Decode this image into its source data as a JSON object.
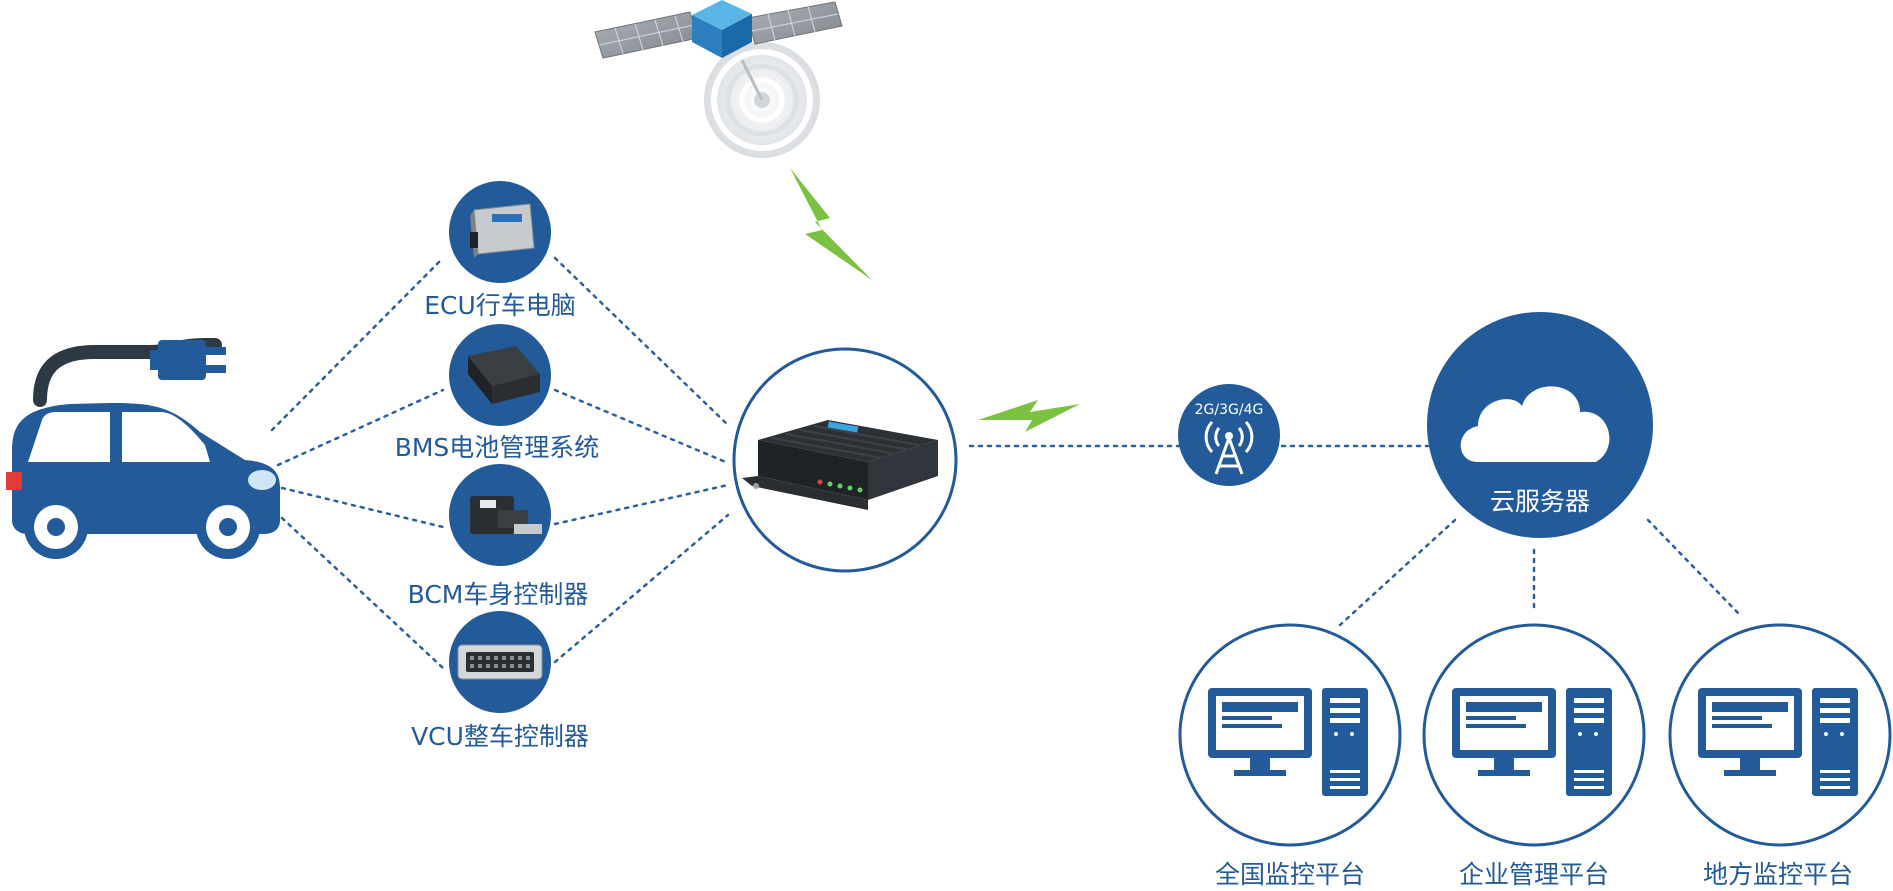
{
  "colors": {
    "primary_blue": "#225a9a",
    "light_blue_accent": "#3fa2dc",
    "lightning_green": "#7cc242",
    "device_black": "#1f2326",
    "dotted_line": "#2b5f9e",
    "white": "#ffffff"
  },
  "modules": [
    {
      "label": "ECU行车电脑",
      "icon": "ecu-box-icon"
    },
    {
      "label": "BMS电池管理系统",
      "icon": "bms-box-icon"
    },
    {
      "label": "BCM车身控制器",
      "icon": "bcm-module-icon"
    },
    {
      "label": "VCU整车控制器",
      "icon": "vcu-connector-icon"
    }
  ],
  "network": {
    "label": "2G/3G/4G",
    "icon": "cell-tower-icon"
  },
  "cloud": {
    "label": "云服务器",
    "icon": "cloud-icon"
  },
  "platforms": [
    {
      "label": "全国监控平台",
      "icon": "computer-icon"
    },
    {
      "label": "企业管理平台",
      "icon": "computer-icon"
    },
    {
      "label": "地方监控平台",
      "icon": "computer-icon"
    }
  ],
  "icons": {
    "satellite": "satellite-icon",
    "car": "electric-car-icon",
    "gateway": "telematics-gateway-icon",
    "lightning": "wireless-signal-bolt-icon"
  }
}
